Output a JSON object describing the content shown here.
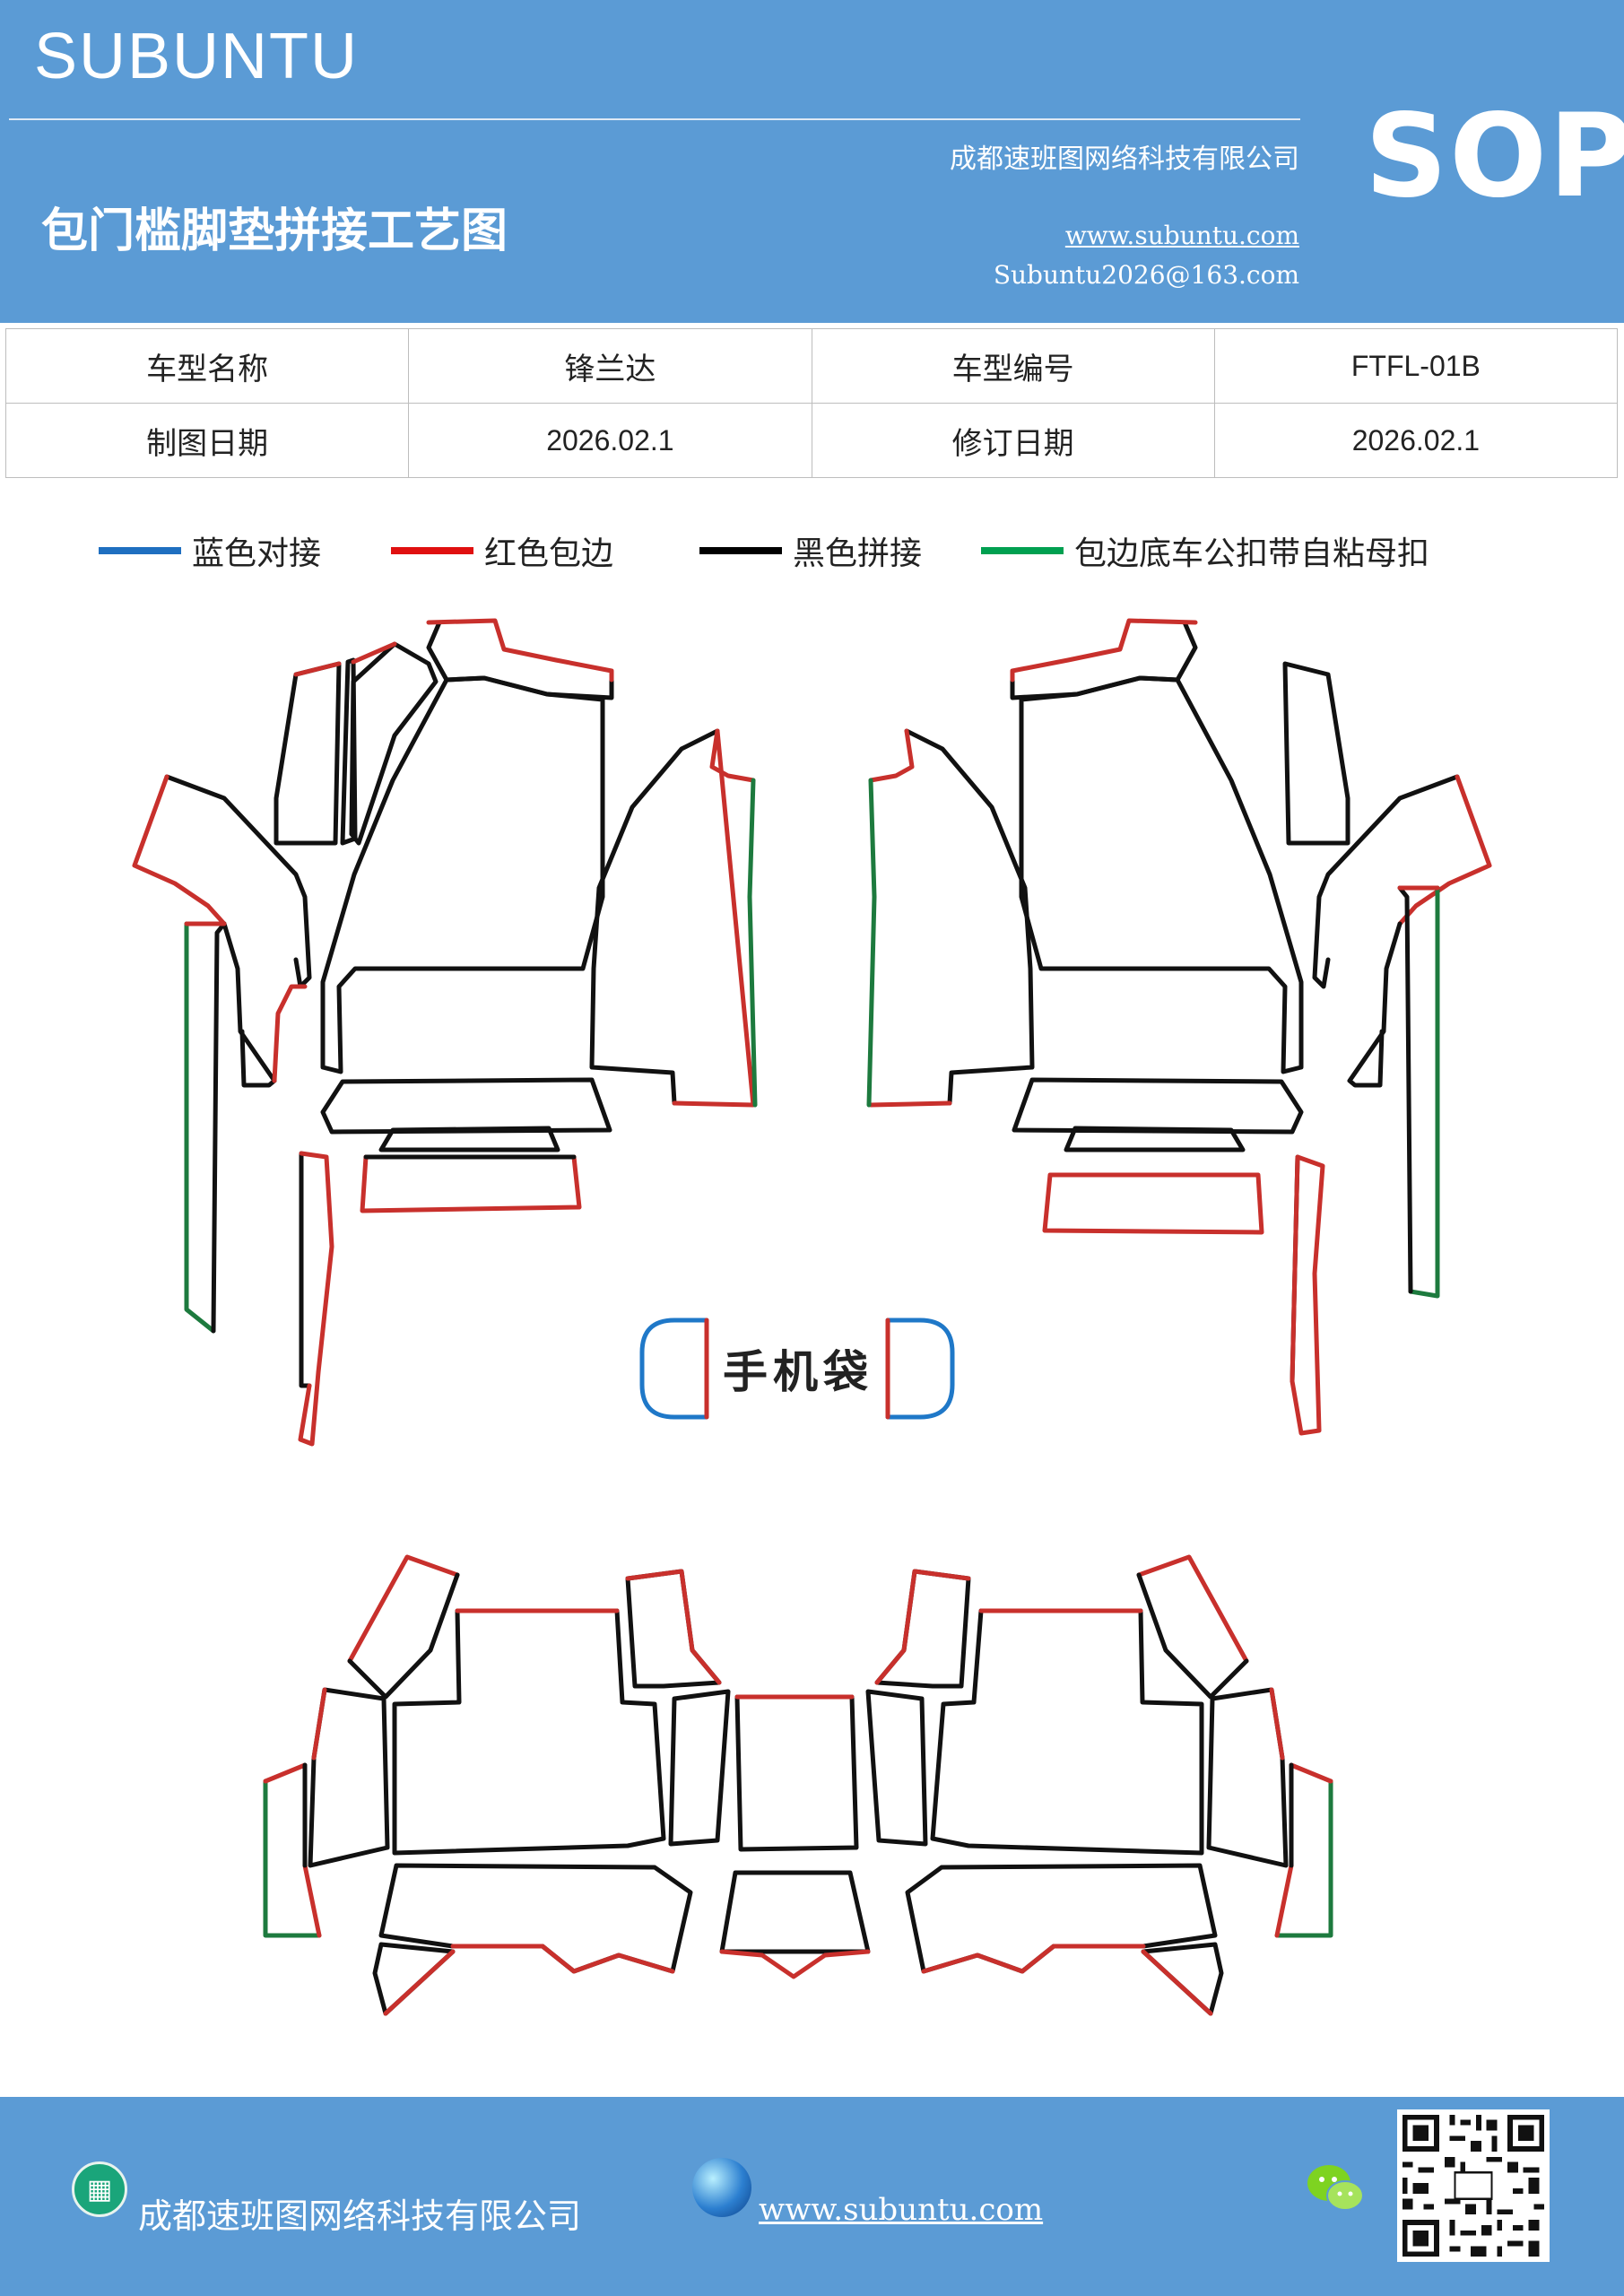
{
  "header": {
    "brand": "SUBUNTU",
    "company": "成都速班图网络科技有限公司",
    "title": "包门槛脚垫拼接工艺图",
    "website": "www.subuntu.com",
    "email": "Subuntu2026@163.com",
    "badge": "SOP"
  },
  "info_table": {
    "rows": [
      {
        "label1": "车型名称",
        "value1": "锋兰达",
        "label2": "车型编号",
        "value2": "FTFL-01B"
      },
      {
        "label1": "制图日期",
        "value1": "2026.02.1",
        "label2": "修订日期",
        "value2": "2026.02.1"
      }
    ]
  },
  "legend": [
    {
      "label": "蓝色对接",
      "color": "#1f6fc0"
    },
    {
      "label": "红色包边",
      "color": "#e01010"
    },
    {
      "label": "黑色拼接",
      "color": "#000000"
    },
    {
      "label": "包边底车公扣带自粘母扣",
      "color": "#00a050"
    }
  ],
  "diagram": {
    "pocket_label": "手机袋",
    "colors": {
      "black": "#111111",
      "red": "#c8302c",
      "green": "#1d7a3e",
      "blue": "#1f78c8"
    }
  },
  "footer": {
    "company": "成都速班图网络科技有限公司",
    "website": "www.subuntu.com"
  }
}
